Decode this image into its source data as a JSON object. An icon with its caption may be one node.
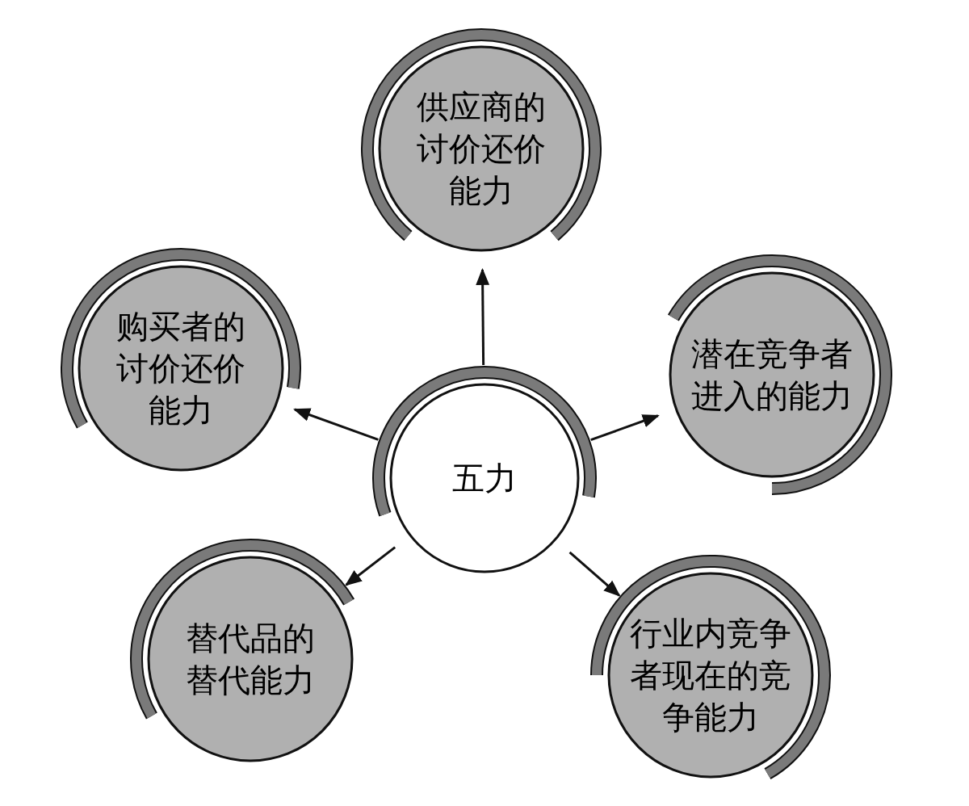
{
  "diagram": {
    "nodes": [
      {
        "text": [
          "供应商的讨价还价能力"
        ]
      },
      {
        "text": [
          "购买者的讨价还价能力"
        ]
      },
      {
        "text": [
          "潜在竞争者进入的能力"
        ]
      },
      {
        "text": [
          "五力"
        ]
      },
      {
        "text": [
          "替代品的替代能力"
        ]
      },
      {
        "text": [
          "行业内竞争者现在的竞争能力"
        ]
      }
    ],
    "edges": [
      {
        "from": 3,
        "to": 0,
        "arrow": "to"
      },
      {
        "from": 3,
        "to": 1,
        "arrow": "to"
      },
      {
        "from": 3,
        "to": 2,
        "arrow": "to"
      },
      {
        "from": 3,
        "to": 4,
        "arrow": "to"
      },
      {
        "from": 3,
        "to": 5,
        "arrow": "to"
      }
    ]
  }
}
